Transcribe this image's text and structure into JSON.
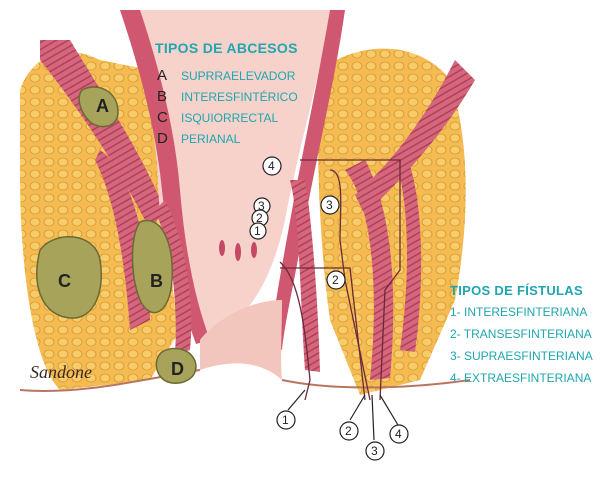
{
  "abscess_legend": {
    "title": "TIPOS DE ABCESOS",
    "items": [
      {
        "letter": "A",
        "label": "SUPRRAELEVADOR"
      },
      {
        "letter": "B",
        "label": "INTERESFINTÉRICO"
      },
      {
        "letter": "C",
        "label": "ISQUIORRECTAL"
      },
      {
        "letter": "D",
        "label": "PERIANAL"
      }
    ]
  },
  "fistula_legend": {
    "title": "TIPOS DE FÍSTULAS",
    "items": [
      "1- INTERESFINTERIANA",
      "2- TRANSESFINTERIANA",
      "3- SUPRAESFINTERIANA",
      "4- EXTRAESFINTERIANA"
    ]
  },
  "diagram_labels": {
    "A": "A",
    "B": "B",
    "C": "C",
    "D": "D",
    "n1": "1",
    "n2": "2",
    "n3": "3",
    "n4": "4"
  },
  "signature": "Sandone",
  "colors": {
    "fat": "#f2b54a",
    "muscle": "#c8526a",
    "mucosa": "#f3c9c2",
    "abscess": "#a7a35a",
    "accent": "#1fa6b0"
  }
}
